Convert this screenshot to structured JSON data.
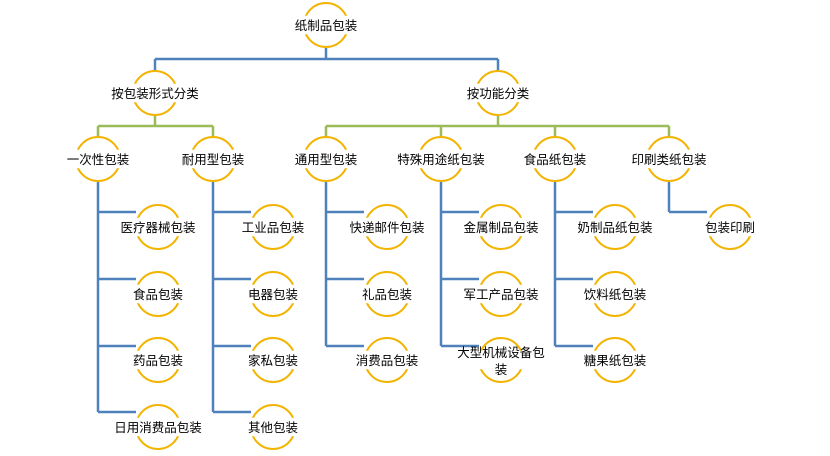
{
  "root": "纸制品包装",
  "level1": [
    "按包装形式分类",
    "按功能分类"
  ],
  "level2": [
    "一次性包装",
    "耐用型包装",
    "通用型包装",
    "特殊用途纸包装",
    "食品纸包装",
    "印刷类纸包装"
  ],
  "leaves": {
    "disposable": [
      "医疗器械包装",
      "食品包装",
      "药品包装",
      "日用消费品包装"
    ],
    "durable": [
      "工业品包装",
      "电器包装",
      "家私包装",
      "其他包装"
    ],
    "general": [
      "快递邮件包装",
      "礼品包装",
      "消费品包装"
    ],
    "special": [
      "金属制品包装",
      "军工产品包装",
      "大型机械设备包装"
    ],
    "food": [
      "奶制品纸包装",
      "饮料纸包装",
      "糖果纸包装"
    ],
    "print": [
      "包装印刷"
    ]
  },
  "colors": {
    "connector_blue": "#4f81bd",
    "connector_green": "#9bbb59",
    "node_arc": "#f2b400"
  }
}
